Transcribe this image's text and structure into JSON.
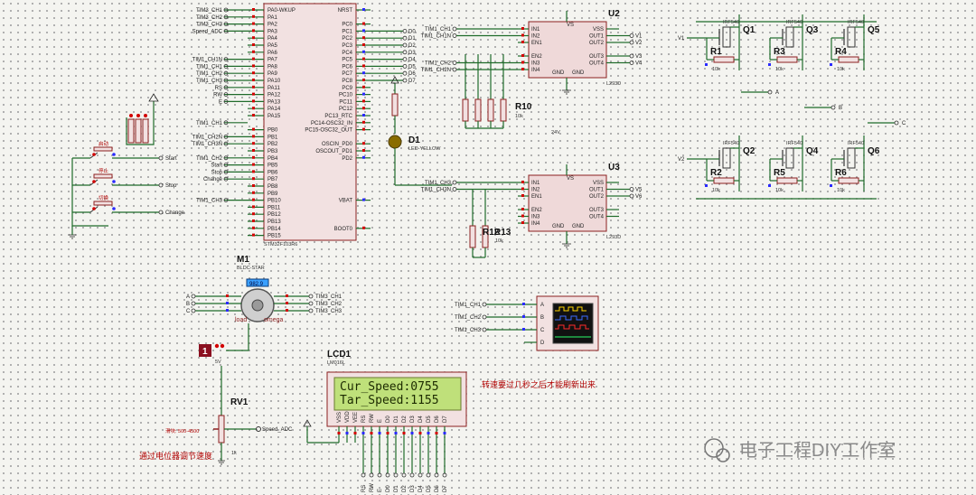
{
  "mcu": {
    "ref": "STM32F103R6",
    "left_pins": [
      "PA0-WKUP",
      "PA1",
      "PA2",
      "PA3",
      "PA4",
      "PA5",
      "PA6",
      "PA7",
      "PA8",
      "PA9",
      "PA10",
      "PA11",
      "PA12",
      "PA13",
      "PA14",
      "PA15",
      "",
      "PB0",
      "PB1",
      "PB2",
      "PB3",
      "PB4",
      "PB5",
      "PB6",
      "PB7",
      "PB8",
      "PB9",
      "PB10",
      "PB11",
      "PB12",
      "PB13",
      "PB14",
      "PB15"
    ],
    "right_pins": [
      "NRST",
      "",
      "PC0",
      "PC1",
      "PC2",
      "PC3",
      "PC4",
      "PC5",
      "PC6",
      "PC7",
      "PC8",
      "PC9",
      "PC10",
      "PC11",
      "PC12",
      "PC13_RTC",
      "PC14-OSC32_IN",
      "PC15-OSC32_OUT",
      "",
      "OSCIN_PD0",
      "OSCOUT_PD1",
      "PD2",
      "",
      "",
      "",
      "",
      "",
      "VBAT",
      "",
      "",
      "",
      "BOOT0"
    ],
    "left_nets": [
      "TIM3_CH1",
      "TIM3_CH2",
      "TIM3_CH3",
      "Speed_ADC",
      "",
      "",
      "",
      "TIM1_CH1N",
      "TIM1_CH1",
      "TIM1_CH2",
      "TIM1_CH3",
      "RS",
      "RW",
      "E",
      "",
      "",
      "TIM1_CH1",
      "",
      "TIM1_CH2N",
      "TIM1_CH3N",
      "",
      "TIM1_CH2",
      "Start",
      "Stop",
      "Change",
      "",
      "",
      "TIM1_CH3"
    ],
    "right_nets": [
      "D0",
      "D1",
      "D2",
      "D3",
      "D4",
      "D5",
      "D6",
      "D7"
    ]
  },
  "driver_u2": {
    "ref": "U2",
    "part": "L293D",
    "nets_in": [
      "TIM1_CH1",
      "TIM1_CH1N",
      "TIM1_CH2",
      "TIM1_CH2N"
    ],
    "nets_out": [
      "V1",
      "V2",
      "V3",
      "V4"
    ]
  },
  "driver_u3": {
    "ref": "U3",
    "part": "L293D",
    "nets_in": [
      "TIM1_CH3",
      "TIM1_CH3N"
    ],
    "nets_out": [
      "V5",
      "V6"
    ]
  },
  "driver_pins_left": [
    "IN1",
    "IN2",
    "EN1",
    "",
    "EN2",
    "IN3",
    "IN4"
  ],
  "driver_pins_right": [
    "VSS",
    "OUT1",
    "OUT2",
    "",
    "OUT3",
    "OUT4"
  ],
  "driver_pins_bottom": [
    "GND",
    "GND"
  ],
  "driver_vs": "VS",
  "mosfets": [
    {
      "ref": "Q1",
      "part": "IRF540",
      "label": "R1",
      "val": "10k",
      "in": "V1",
      "out": "A"
    },
    {
      "ref": "Q3",
      "part": "IRF540",
      "label": "R3",
      "val": "10k",
      "in": "",
      "out": ""
    },
    {
      "ref": "Q5",
      "part": "IRF540",
      "label": "R4",
      "val": "10k",
      "in": "",
      "out": ""
    },
    {
      "ref": "Q2",
      "part": "IRF540",
      "label": "R2",
      "val": "10k",
      "in": "V2",
      "out": ""
    },
    {
      "ref": "Q4",
      "part": "IRF540",
      "label": "R5",
      "val": "10k",
      "in": "",
      "out": ""
    },
    {
      "ref": "Q6",
      "part": "IRF540",
      "label": "R6",
      "val": "10k",
      "in": "",
      "out": ""
    }
  ],
  "phase_labels": [
    "A",
    "B",
    "C"
  ],
  "resistor_bank": {
    "ref": "R10",
    "val": "10k"
  },
  "resistor_bank2": {
    "ref": "R12",
    "ref2": "R13",
    "val": "10k"
  },
  "led": {
    "ref": "D1",
    "part": "LED-YELLOW"
  },
  "supply_24v": "24V",
  "buttons": {
    "labels": [
      "启动",
      "停止",
      "切换"
    ],
    "nets": [
      "Start",
      "Stop",
      "Change"
    ]
  },
  "motor": {
    "ref": "M1",
    "part": "BLDC-STAR",
    "readout": "982.9",
    "load": "load",
    "omega": "omega",
    "phases": [
      "A",
      "B",
      "C"
    ],
    "hall": [
      "TIM3_CH1",
      "TIM3_CH2",
      "TIM3_CH3"
    ]
  },
  "scope": {
    "inputs": [
      "TIM1_CH1",
      "TIM1_CH2",
      "TIM1_CH3"
    ],
    "channels": [
      "A",
      "B",
      "C",
      "D"
    ]
  },
  "power_5v": {
    "label": "1",
    "volt": "5V"
  },
  "pot": {
    "ref": "RV1",
    "range": "滑块: 500-4500",
    "val": "1k",
    "net": "Speed_ADC",
    "note": "通过电位器调节速度"
  },
  "lcd": {
    "ref": "LCD1",
    "part": "LM016L",
    "line1": "Cur_Speed:0755",
    "line2": "Tar_Speed:1155",
    "pins": [
      "VSS",
      "VDD",
      "VEE",
      "RS",
      "RW",
      "E",
      "D0",
      "D1",
      "D2",
      "D3",
      "D4",
      "D5",
      "D6",
      "D7"
    ],
    "bottom_nets": [
      "RS",
      "RW",
      "E",
      "D0",
      "D1",
      "D2",
      "D3",
      "D4",
      "D5",
      "D6",
      "D7"
    ]
  },
  "note_refresh": "转速要过几秒之后才能刷新出来",
  "watermark": "电子工程DIY工作室",
  "colors": {
    "wire": "#1f6b2a",
    "body_stroke": "#8b1f1f",
    "lcd_screen": "#bfe07a",
    "note": "#b00000"
  }
}
